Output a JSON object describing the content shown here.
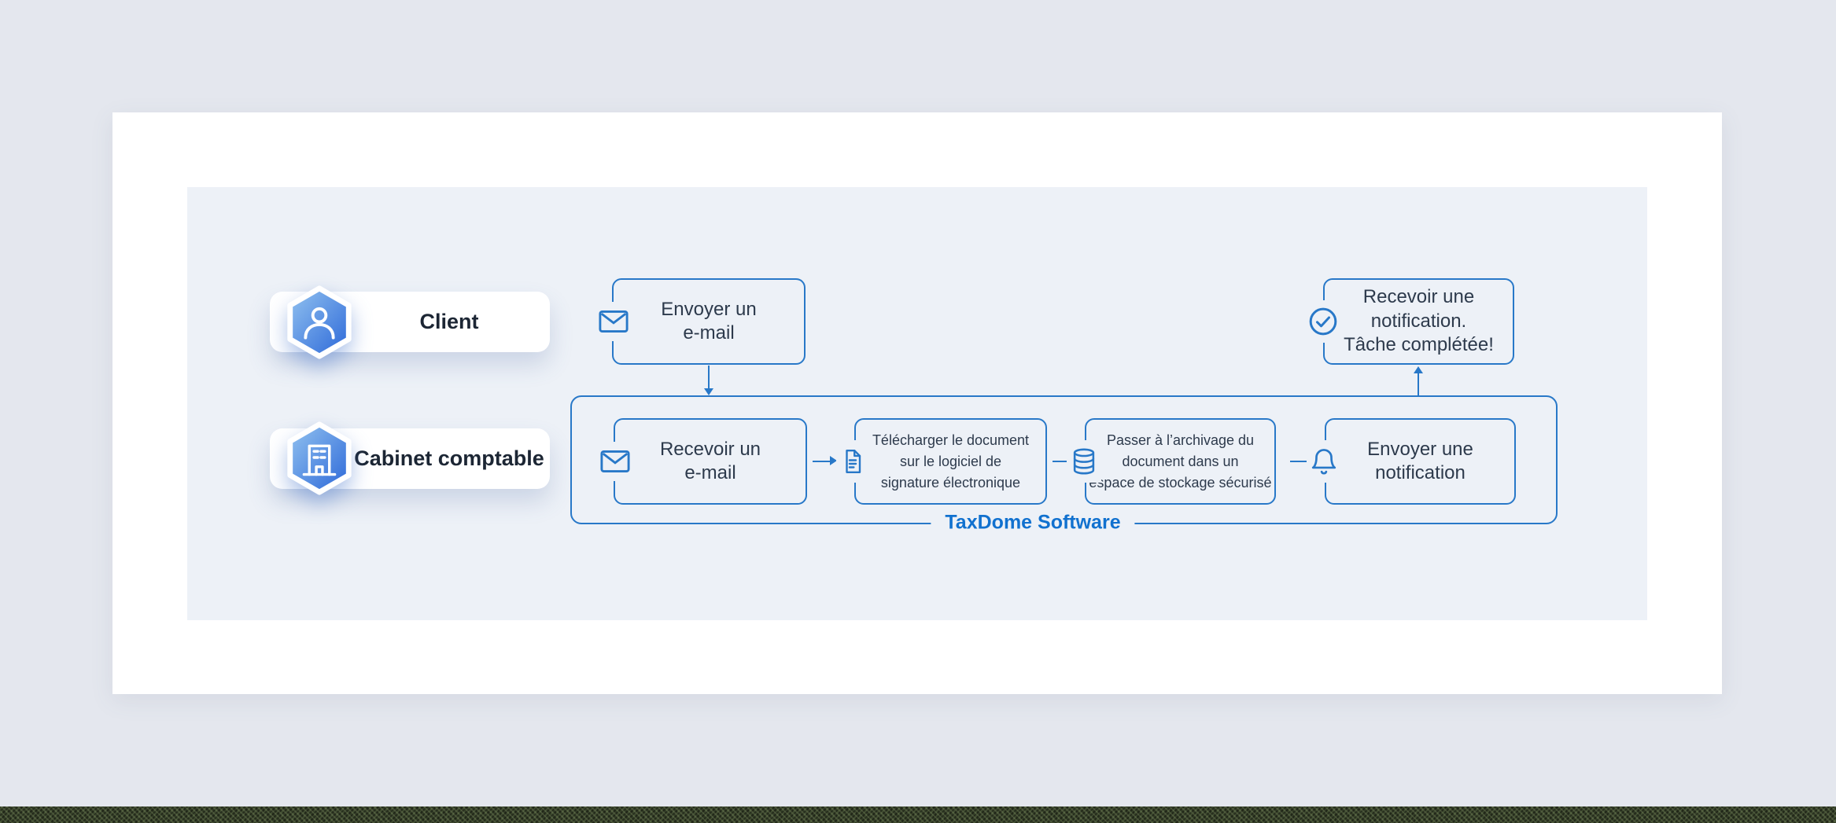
{
  "colors": {
    "page_background": "#e4e7ee",
    "card_background": "#ffffff",
    "panel_background": "#edf1f7",
    "accent_blue": "#2878c8",
    "taxdome_label_blue": "#1171cf",
    "text_dark": "#2d3a4c",
    "hexagon_gradient_start": "#94c4f0",
    "hexagon_gradient_end": "#2a66d8",
    "bottom_strip": "#333d27"
  },
  "actors": {
    "client": {
      "label": "Client",
      "icon": "person-icon"
    },
    "cabinet": {
      "label": "Cabinet comptable",
      "icon": "building-icon"
    }
  },
  "client_flow": {
    "send_email": {
      "label": "Envoyer un\ne-mail",
      "icon": "envelope-icon"
    },
    "receive_notification": {
      "label": "Recevoir une\nnotification.\nTâche complétée!",
      "icon": "check-circle-icon"
    }
  },
  "taxdome": {
    "label": "TaxDome Software",
    "steps": [
      {
        "label": "Recevoir un\ne-mail",
        "icon": "envelope-icon"
      },
      {
        "label": "Télécharger le document\nsur le logiciel de\nsignature électronique",
        "icon": "document-icon"
      },
      {
        "label": "Passer à l’archivage du\ndocument dans un\nespace de stockage sécurisé",
        "icon": "database-icon"
      },
      {
        "label": "Envoyer une\nnotification",
        "icon": "bell-icon"
      }
    ]
  }
}
